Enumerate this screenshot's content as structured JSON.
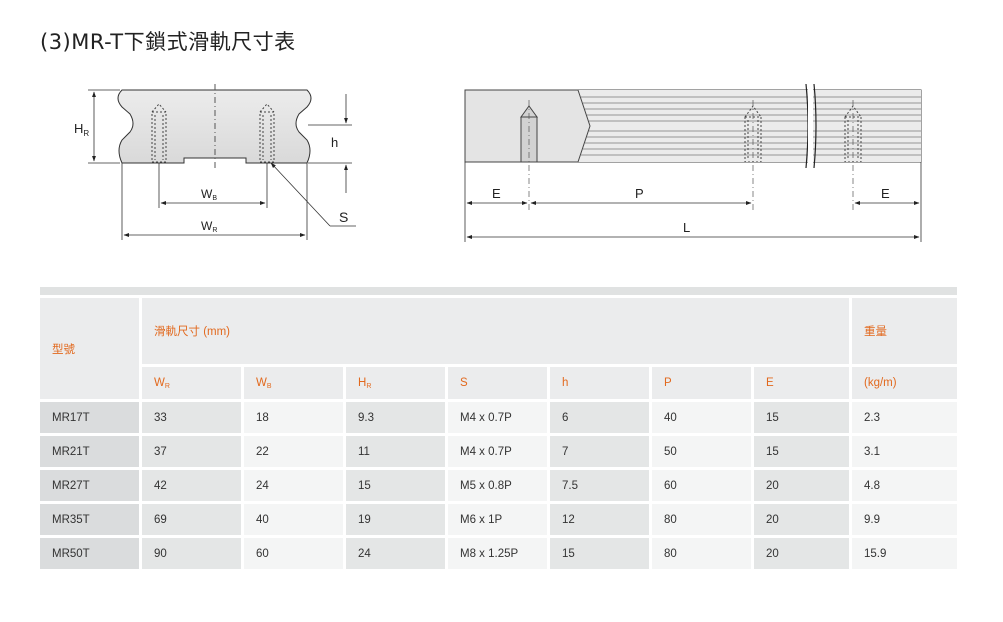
{
  "title": "(3)MR-T下鎖式滑軌尺寸表",
  "drawing": {
    "left_labels": {
      "hr": "H",
      "hr_sub": "R",
      "h": "h",
      "wb": "W",
      "wb_sub": "B",
      "wr": "W",
      "wr_sub": "R",
      "s": "S"
    },
    "right_labels": {
      "e_left": "E",
      "p": "P",
      "e_right": "E",
      "l": "L"
    }
  },
  "table": {
    "model_header": "型號",
    "group_header": "滑軌尺寸 (mm)",
    "weight_header": "重量",
    "weight_unit": "(kg/m)",
    "columns": [
      {
        "main": "W",
        "sub": "R"
      },
      {
        "main": "W",
        "sub": "B"
      },
      {
        "main": "H",
        "sub": "R"
      },
      {
        "main": "S",
        "sub": ""
      },
      {
        "main": "h",
        "sub": ""
      },
      {
        "main": "P",
        "sub": ""
      },
      {
        "main": "E",
        "sub": ""
      }
    ],
    "rows": [
      [
        "MR17T",
        "33",
        "18",
        "9.3",
        "M4 x  0.7P",
        "6",
        "40",
        "15",
        "2.3"
      ],
      [
        "MR21T",
        "37",
        "22",
        "11",
        "M4 x  0.7P",
        "7",
        "50",
        "15",
        "3.1"
      ],
      [
        "MR27T",
        "42",
        "24",
        "15",
        "M5 x  0.8P",
        "7.5",
        "60",
        "20",
        "4.8"
      ],
      [
        "MR35T",
        "69",
        "40",
        "19",
        "M6 x  1P",
        "12",
        "80",
        "20",
        "9.9"
      ],
      [
        "MR50T",
        "90",
        "60",
        "24",
        "M8 x  1.25P",
        "15",
        "80",
        "20",
        "15.9"
      ]
    ]
  }
}
